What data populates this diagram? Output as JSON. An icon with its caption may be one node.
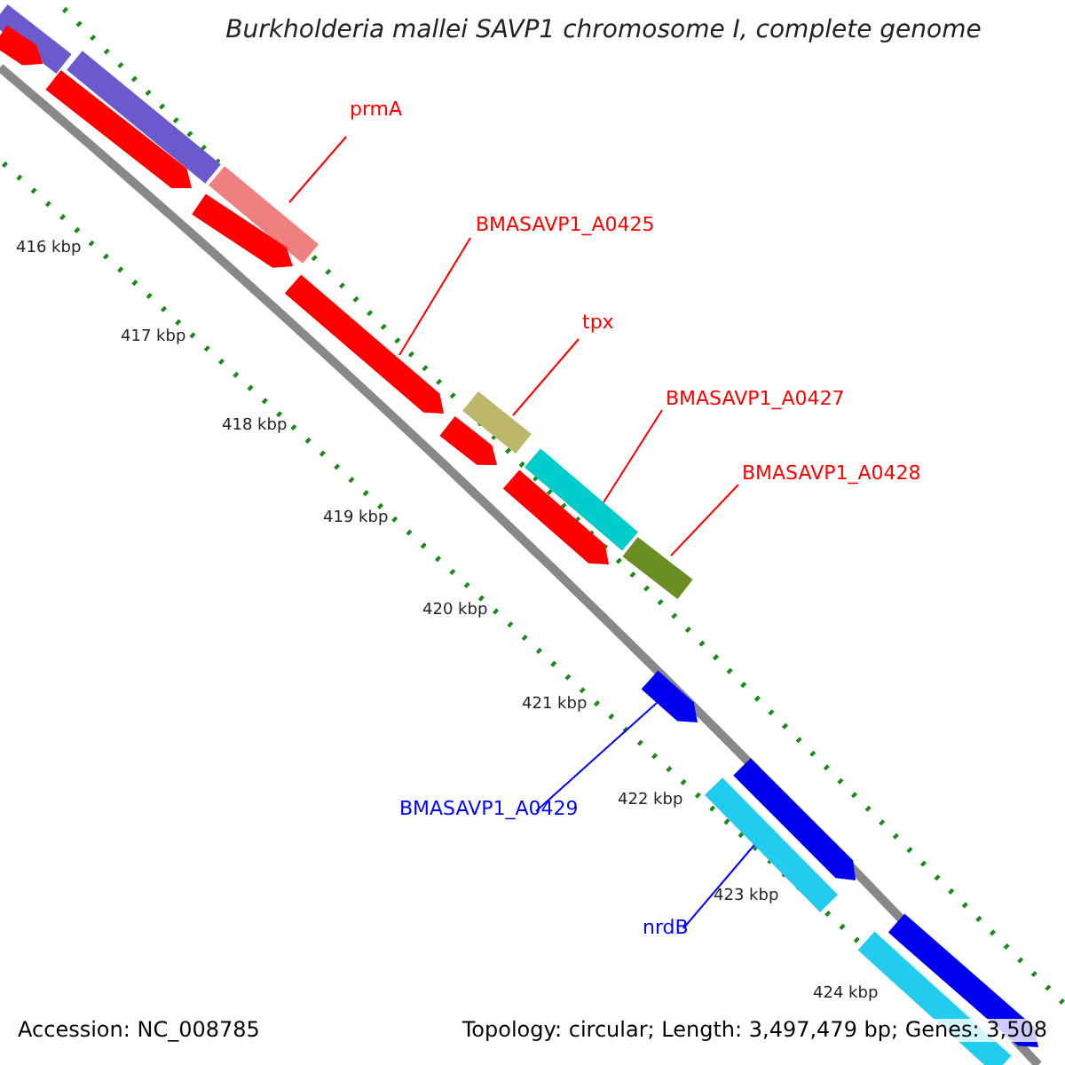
{
  "diagram": {
    "title": "Burkholderia mallei SAVP1 chromosome I, complete genome",
    "nodes": [
      {
        "text": [
          "prmA"
        ]
      },
      {
        "text": [
          "BMASAVP1_A0425"
        ]
      },
      {
        "text": [
          "tpx"
        ]
      },
      {
        "text": [
          "BMASAVP1_A0427"
        ]
      },
      {
        "text": [
          "BMASAVP1_A0428"
        ]
      },
      {
        "text": [
          "BMASAVP1_A0429"
        ]
      },
      {
        "text": [
          "nrdB"
        ]
      },
      {
        "text": [],
        "shape": "bar"
      },
      {
        "text": [],
        "shape": "bar"
      },
      {
        "text": [],
        "shape": "bar"
      },
      {
        "text": [],
        "shape": "bar"
      },
      {
        "text": [],
        "shape": "bar"
      },
      {
        "text": [],
        "shape": "bar"
      },
      {
        "text": [],
        "shape": "bar"
      },
      {
        "text": [],
        "shape": "bar"
      },
      {
        "text": [],
        "shape": "bar"
      },
      {
        "text": [],
        "shape": "bar"
      },
      {
        "text": [],
        "shape": "bar"
      },
      {
        "text": [],
        "shape": "bar"
      },
      {
        "text": [],
        "shape": "bar"
      },
      {
        "text": [],
        "shape": "bar"
      },
      {
        "text": [],
        "shape": "bar"
      },
      {
        "text": [],
        "shape": "bar"
      },
      {
        "text": [],
        "shape": "bar"
      }
    ],
    "edges": [
      {
        "from": 0,
        "to": 7,
        "arrow": "none"
      },
      {
        "from": 1,
        "to": 8,
        "arrow": "none"
      },
      {
        "from": 2,
        "to": 9,
        "arrow": "none"
      },
      {
        "from": 3,
        "to": 10,
        "arrow": "none"
      },
      {
        "from": 4,
        "to": 11,
        "arrow": "none"
      },
      {
        "from": 5,
        "to": 12,
        "arrow": "none",
        "color": "#0000ff"
      },
      {
        "from": 6,
        "to": 13,
        "arrow": "none",
        "color": "#0000ff"
      }
    ],
    "labels": [
      "416 kbp",
      "417 kbp",
      "418 kbp",
      "419 kbp",
      "420 kbp",
      "421 kbp",
      "422 kbp",
      "423 kbp",
      "424 kbp",
      "Accession: NC_008785",
      "Topology: circular; Length: 3,497,479 bp; Genes: 3,508"
    ]
  }
}
